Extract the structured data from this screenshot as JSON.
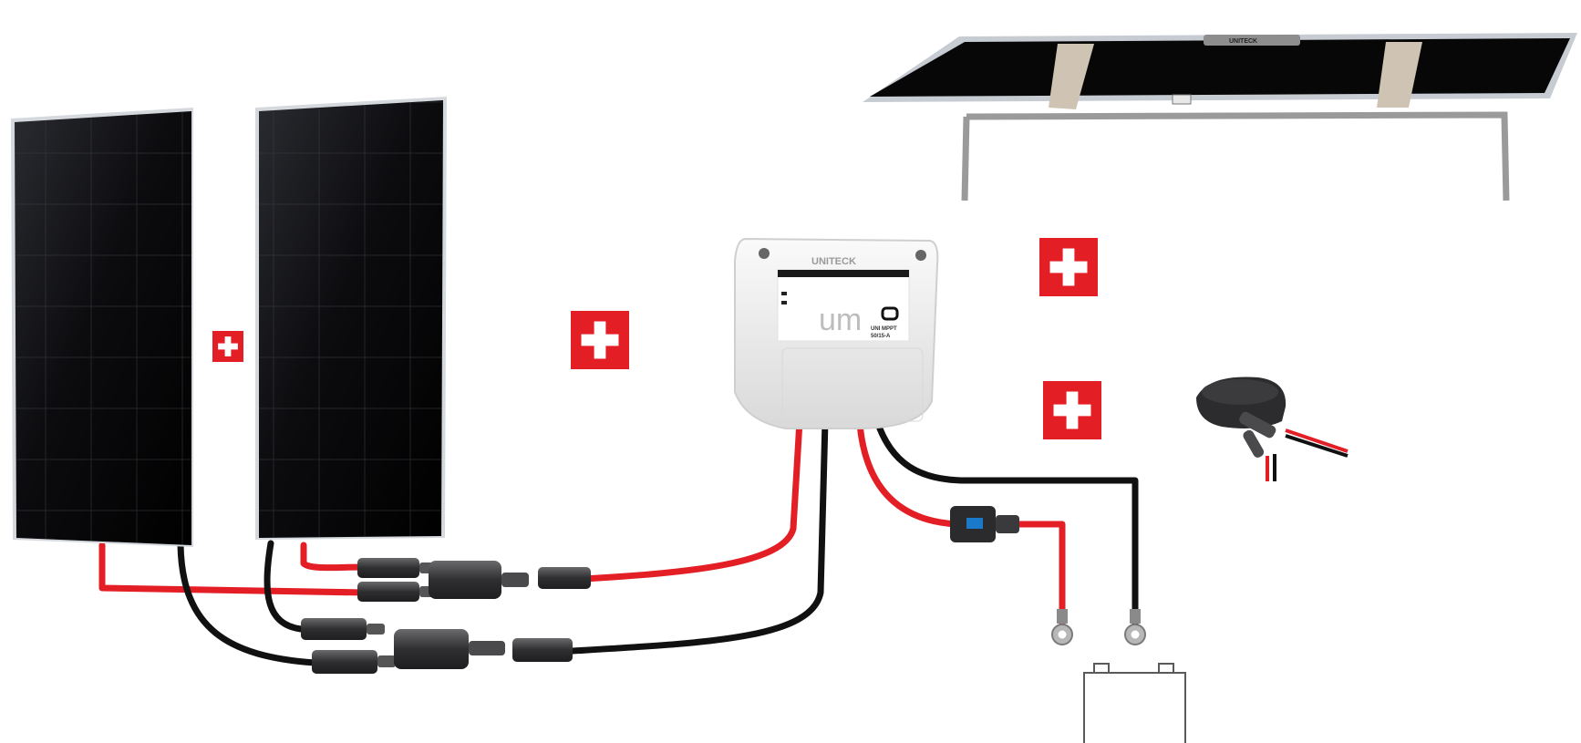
{
  "diagram": {
    "components": {
      "solar_panels": 2,
      "connector_branches": 2,
      "plus_badges": 4,
      "ring_terminals": 2
    },
    "plus_badge": {
      "symbol": "+",
      "fill": "#e31e24",
      "glyph": "#ffffff"
    },
    "controller": {
      "brand_logo": "UNITECK",
      "model_mark": "um",
      "model_name": "UNI MPPT",
      "model_rating": "50/15-A"
    },
    "mount_kit": {
      "brand_label": "UNITECK"
    },
    "cable_colors": {
      "positive": "#e31e24",
      "negative": "#111111"
    },
    "colors": {
      "panel": "#0b0b0d",
      "panel_frame": "#c7ccd3",
      "connector": "#3c3c3e",
      "controller_body": "#f1f1f1",
      "battery_outline": "#5a5a5a"
    }
  }
}
